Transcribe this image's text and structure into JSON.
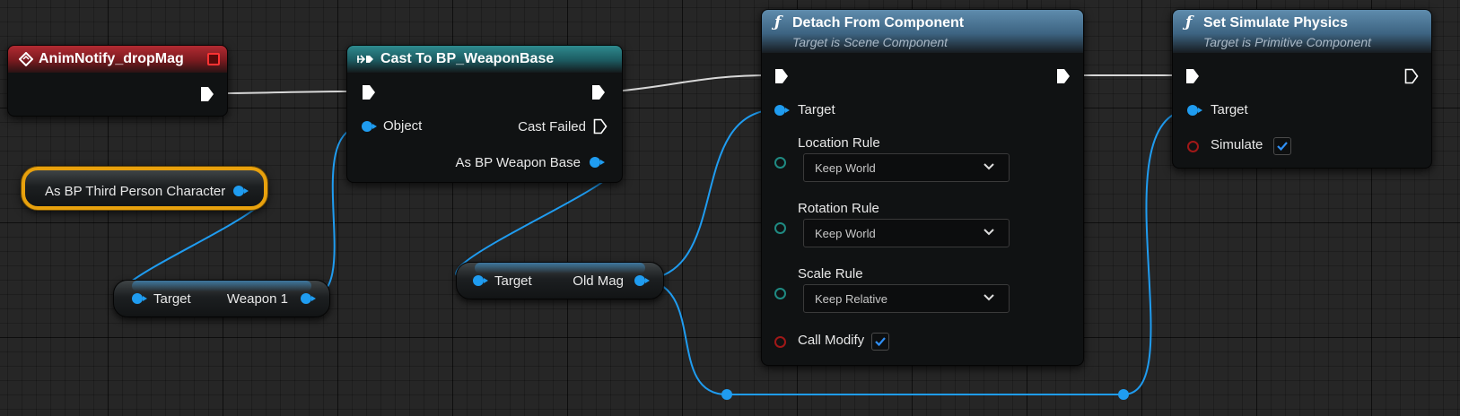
{
  "colors": {
    "canvas": "#262626",
    "exec_wire": "#d8d8d8",
    "object_wire": "#1f9cf0",
    "event_header": "#b22b32",
    "cast_header": "#2e8a8e",
    "function_header": "#5f8cad",
    "selection": "#e8a10d",
    "enum_pin": "#1f8a82",
    "bool_pin": "#a01818"
  },
  "nodes": {
    "event": {
      "title": "AnimNotify_dropMag",
      "icon": "event-diamond-icon",
      "delegate_icon": "delegate-square-icon"
    },
    "cast": {
      "title": "Cast To BP_WeaponBase",
      "icon": "cast-arrows-icon",
      "pin_object": "Object",
      "pin_cast_failed": "Cast Failed",
      "pin_as": "As BP Weapon Base"
    },
    "third_person": {
      "label": "As BP Third Person Character"
    },
    "weapon_getter": {
      "target_label": "Target",
      "output_label": "Weapon 1"
    },
    "mag_getter": {
      "target_label": "Target",
      "output_label": "Old Mag"
    },
    "detach": {
      "title": "Detach From Component",
      "subtitle": "Target is Scene Component",
      "icon": "function-icon",
      "target_label": "Target",
      "location_rule_label": "Location Rule",
      "location_rule_value": "Keep World",
      "rotation_rule_label": "Rotation Rule",
      "rotation_rule_value": "Keep World",
      "scale_rule_label": "Scale Rule",
      "scale_rule_value": "Keep Relative",
      "call_modify_label": "Call Modify",
      "call_modify_checked": true
    },
    "simulate": {
      "title": "Set Simulate Physics",
      "subtitle": "Target is Primitive Component",
      "icon": "function-icon",
      "target_label": "Target",
      "simulate_label": "Simulate",
      "simulate_checked": true
    }
  }
}
